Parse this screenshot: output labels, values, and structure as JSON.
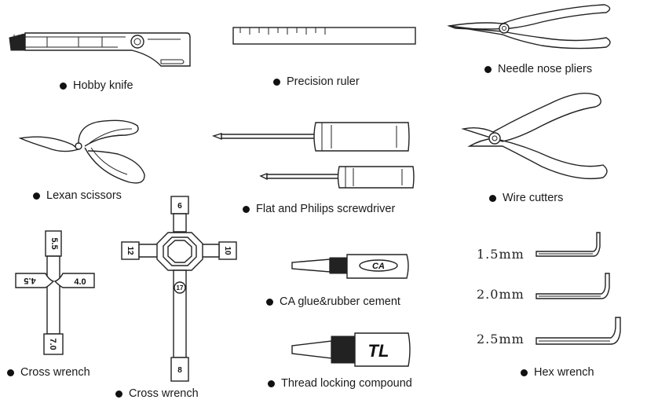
{
  "tools": [
    {
      "id": "hobby-knife",
      "label": "Hobby knife"
    },
    {
      "id": "precision-ruler",
      "label": "Precision ruler"
    },
    {
      "id": "needle-nose-pliers",
      "label": "Needle nose pliers"
    },
    {
      "id": "lexan-scissors",
      "label": "Lexan scissors"
    },
    {
      "id": "screwdriver",
      "label": "Flat and Philips screwdriver"
    },
    {
      "id": "wire-cutters",
      "label": "Wire cutters"
    },
    {
      "id": "cross-wrench-small",
      "label": "Cross wrench"
    },
    {
      "id": "cross-wrench-large",
      "label": "Cross wrench"
    },
    {
      "id": "ca-glue",
      "label": "CA glue&rubber cement"
    },
    {
      "id": "thread-locking",
      "label": "Thread locking compound"
    },
    {
      "id": "hex-wrench",
      "label": "Hex wrench"
    }
  ],
  "hex_sizes": [
    "1.5mm",
    "2.0mm",
    "2.5mm"
  ],
  "small_wrench_sizes": {
    "top": "5.5",
    "left": "4.5",
    "right": "4.0",
    "bottom": "7.0"
  },
  "large_wrench_sizes": {
    "top": "9",
    "left": "12",
    "right": "10",
    "center": "17",
    "bottom": "8"
  },
  "bottle_marks": {
    "ca": "CA",
    "tl": "TL"
  }
}
